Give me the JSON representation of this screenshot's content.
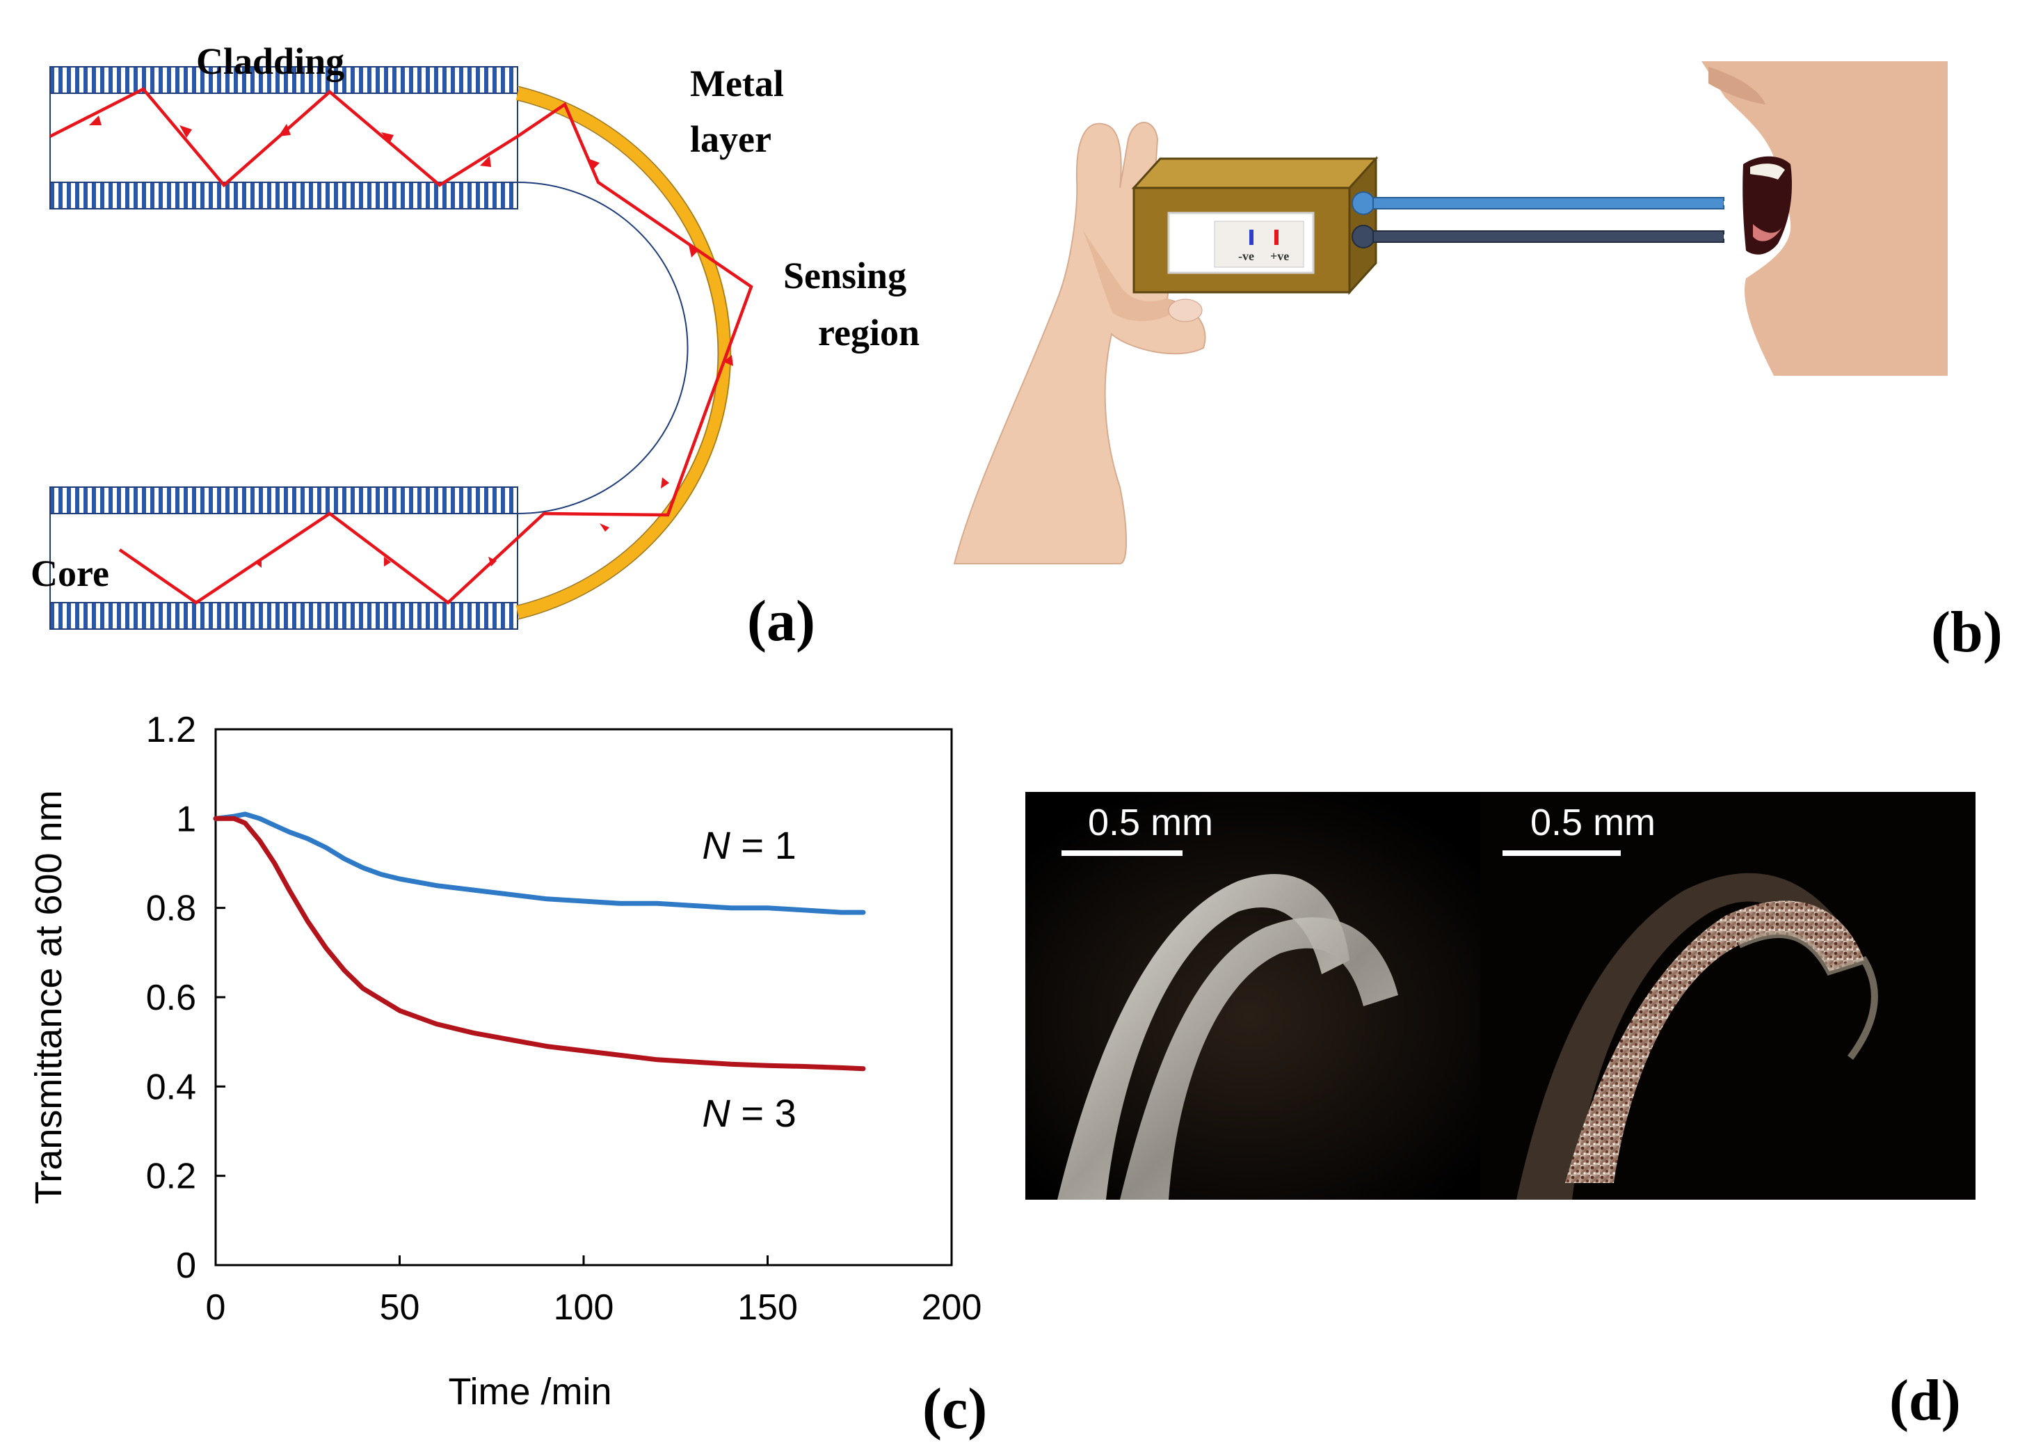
{
  "panel_a": {
    "label": "(a)",
    "cladding_label": "Cladding",
    "metal_label_1": "Metal",
    "metal_label_2": "layer",
    "sensing_label_1": "Sensing",
    "sensing_label_2": "region",
    "core_label": "Core",
    "colors": {
      "ray": "#e8141c",
      "metal": "#f5b21b",
      "cladding_stripes": "#2a57a8",
      "outline": "#1f3c7a"
    }
  },
  "panel_b": {
    "label": "(b)",
    "strip_neg": "-ve",
    "strip_pos": "+ve",
    "colors": {
      "device": "#9a7420",
      "tube_light": "#4c8fd1",
      "tube_dark": "#3c4a63",
      "skin": "#e9c2a8"
    }
  },
  "panel_c": {
    "label": "(c)",
    "chart_data": {
      "type": "line",
      "xlabel": "Time /min",
      "ylabel": "Transmittance at 600 nm",
      "xlim": [
        0,
        200
      ],
      "ylim": [
        0,
        1.2
      ],
      "x_ticks": [
        "0",
        "50",
        "100",
        "150",
        "200"
      ],
      "y_ticks": [
        "0",
        "0.2",
        "0.4",
        "0.6",
        "0.8",
        "1",
        "1.2"
      ],
      "grid": false,
      "series": [
        {
          "name": "N = 1",
          "color": "#2f7ac6",
          "x": [
            0,
            5,
            8,
            12,
            16,
            20,
            25,
            30,
            35,
            40,
            45,
            50,
            60,
            70,
            80,
            90,
            100,
            110,
            120,
            130,
            140,
            150,
            160,
            170,
            176
          ],
          "y": [
            1.0,
            1.005,
            1.01,
            1.0,
            0.985,
            0.97,
            0.955,
            0.935,
            0.91,
            0.89,
            0.875,
            0.865,
            0.85,
            0.84,
            0.83,
            0.82,
            0.815,
            0.81,
            0.81,
            0.805,
            0.8,
            0.8,
            0.795,
            0.79,
            0.79
          ]
        },
        {
          "name": "N = 3",
          "color": "#b3141c",
          "x": [
            0,
            5,
            8,
            12,
            16,
            20,
            25,
            30,
            35,
            40,
            45,
            50,
            60,
            70,
            80,
            90,
            100,
            110,
            120,
            130,
            140,
            150,
            160,
            170,
            176
          ],
          "y": [
            1.0,
            1.0,
            0.99,
            0.95,
            0.9,
            0.84,
            0.77,
            0.71,
            0.66,
            0.62,
            0.595,
            0.57,
            0.54,
            0.52,
            0.505,
            0.49,
            0.48,
            0.47,
            0.46,
            0.455,
            0.45,
            0.447,
            0.445,
            0.442,
            0.44
          ]
        }
      ],
      "annotations": [
        {
          "text_italic": "N",
          "text_rest": " = 1",
          "x": 145,
          "y": 0.91
        },
        {
          "text_italic": "N",
          "text_rest": " = 3",
          "x": 145,
          "y": 0.31
        }
      ]
    }
  },
  "panel_d": {
    "label": "(d)",
    "scale_left": "0.5 mm",
    "scale_right": "0.5 mm"
  }
}
